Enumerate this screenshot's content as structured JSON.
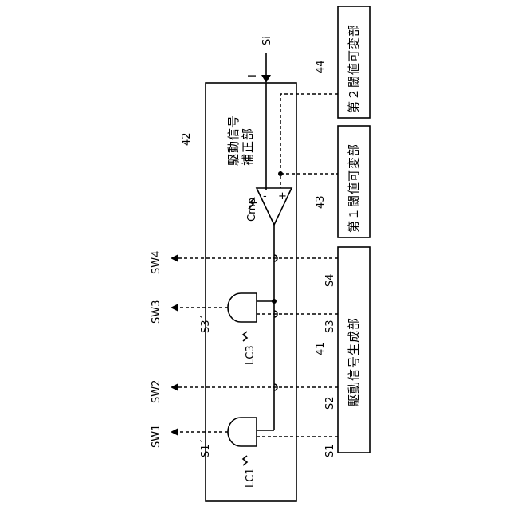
{
  "components": {
    "correction_unit": {
      "ref": "42",
      "name": "駆動信号補正部",
      "name_line1": "駆動信号",
      "name_line2": "補正部"
    },
    "generation_unit": {
      "ref": "41",
      "name": "駆動信号生成部"
    },
    "threshold1_unit": {
      "ref": "43",
      "name": "第１閾値可変部"
    },
    "threshold2_unit": {
      "ref": "44",
      "name": "第２閾値可変部"
    },
    "comparator": {
      "ref": "Cmp",
      "minus": "-",
      "plus": "+"
    },
    "logic_gates": [
      {
        "ref": "LC1",
        "output": "S1´"
      },
      {
        "ref": "LC3",
        "output": "S3´"
      }
    ]
  },
  "signals": {
    "input": "Si",
    "current": "I",
    "gen_outputs": [
      "S1",
      "S2",
      "S3",
      "S4"
    ],
    "switch_outputs": [
      "SW1",
      "SW2",
      "SW3",
      "SW4"
    ]
  }
}
